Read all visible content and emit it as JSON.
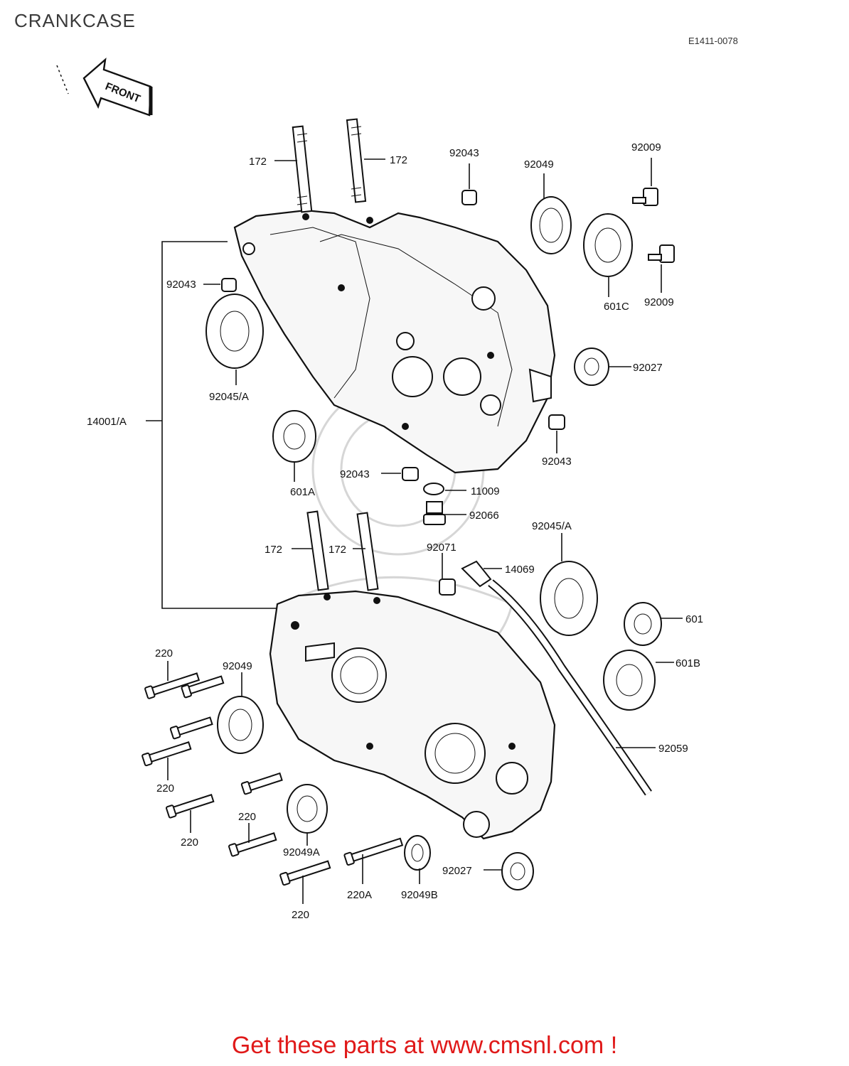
{
  "title": "CRANKCASE",
  "diagram_code": "E1411-0078",
  "direction_label": "FRONT",
  "footer": "Get these parts at www.cmsnl.com !",
  "labels": {
    "stud_ul": "172",
    "stud_ur": "172",
    "stud_ll": "172",
    "stud_lr": "172",
    "dowel_top": "92043",
    "dowel_left": "92043",
    "dowel_right": "92043",
    "dowel_mid": "92043",
    "seal_top": "92049",
    "bolt_top": "92009",
    "bolt_right": "92009",
    "bearing_601c": "601C",
    "seal_92027_top": "92027",
    "bearing_left": "92045/A",
    "case_assy": "14001/A",
    "bearing_601a": "601A",
    "washer": "11009",
    "plug": "92066",
    "bearing_lower": "92045/A",
    "nozzle": "92071",
    "fitting": "14069",
    "bearing_601": "601",
    "bearing_601b": "601B",
    "hose": "92059",
    "seal_lower_left": "92049",
    "bolt_220_a": "220",
    "bolt_220_b": "220",
    "bolt_220_c": "220",
    "bolt_220_d": "220",
    "bolt_220_e": "220",
    "bolt_220a": "220A",
    "seal_92049a": "92049A",
    "seal_92049b": "92049B",
    "seal_92027_bottom": "92027"
  }
}
